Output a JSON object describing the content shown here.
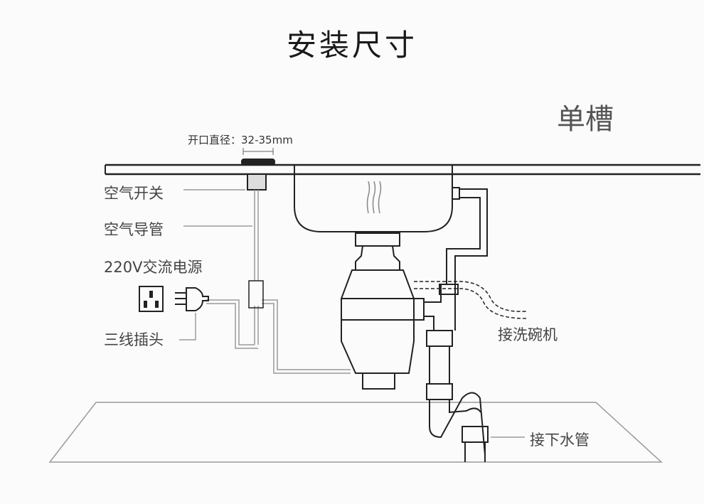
{
  "title": "安装尺寸",
  "subtitle": "单槽",
  "opening_diameter": "开口直径：32-35mm",
  "labels": {
    "air_switch": "空气开关",
    "air_tube": "空气导管",
    "power": "220V交流电源",
    "plug": "三线插头",
    "dishwasher": "接洗碗机",
    "drain": "接下水管"
  }
}
